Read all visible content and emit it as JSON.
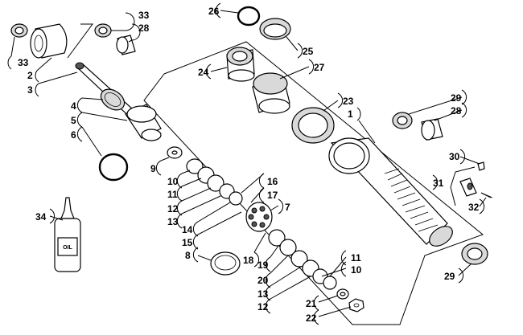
{
  "callouts": [
    {
      "id": "c33a",
      "text": "33"
    },
    {
      "id": "c28a",
      "text": "28"
    },
    {
      "id": "c33b",
      "text": "33"
    },
    {
      "id": "c2",
      "text": "2"
    },
    {
      "id": "c3",
      "text": "3"
    },
    {
      "id": "c4",
      "text": "4"
    },
    {
      "id": "c5",
      "text": "5"
    },
    {
      "id": "c6",
      "text": "6"
    },
    {
      "id": "c9",
      "text": "9"
    },
    {
      "id": "c10a",
      "text": "10"
    },
    {
      "id": "c11a",
      "text": "11"
    },
    {
      "id": "c12a",
      "text": "12"
    },
    {
      "id": "c13a",
      "text": "13"
    },
    {
      "id": "c14",
      "text": "14"
    },
    {
      "id": "c15",
      "text": "15"
    },
    {
      "id": "c16",
      "text": "16"
    },
    {
      "id": "c17",
      "text": "17"
    },
    {
      "id": "c7",
      "text": "7"
    },
    {
      "id": "c8",
      "text": "8"
    },
    {
      "id": "c18",
      "text": "18"
    },
    {
      "id": "c19",
      "text": "19"
    },
    {
      "id": "c20",
      "text": "20"
    },
    {
      "id": "c13b",
      "text": "13"
    },
    {
      "id": "c12b",
      "text": "12"
    },
    {
      "id": "c11b",
      "text": "11"
    },
    {
      "id": "c10b",
      "text": "10"
    },
    {
      "id": "c21",
      "text": "21"
    },
    {
      "id": "c22",
      "text": "22"
    },
    {
      "id": "c26",
      "text": "26"
    },
    {
      "id": "c25",
      "text": "25"
    },
    {
      "id": "c24",
      "text": "24"
    },
    {
      "id": "c27",
      "text": "27"
    },
    {
      "id": "c23",
      "text": "23"
    },
    {
      "id": "c1",
      "text": "1"
    },
    {
      "id": "c29a",
      "text": "29"
    },
    {
      "id": "c28b",
      "text": "28"
    },
    {
      "id": "c30",
      "text": "30"
    },
    {
      "id": "c31",
      "text": "31"
    },
    {
      "id": "c32",
      "text": "32"
    },
    {
      "id": "c29b",
      "text": "29"
    },
    {
      "id": "c34",
      "text": "34"
    }
  ],
  "oil_bottle_label": "OIL"
}
